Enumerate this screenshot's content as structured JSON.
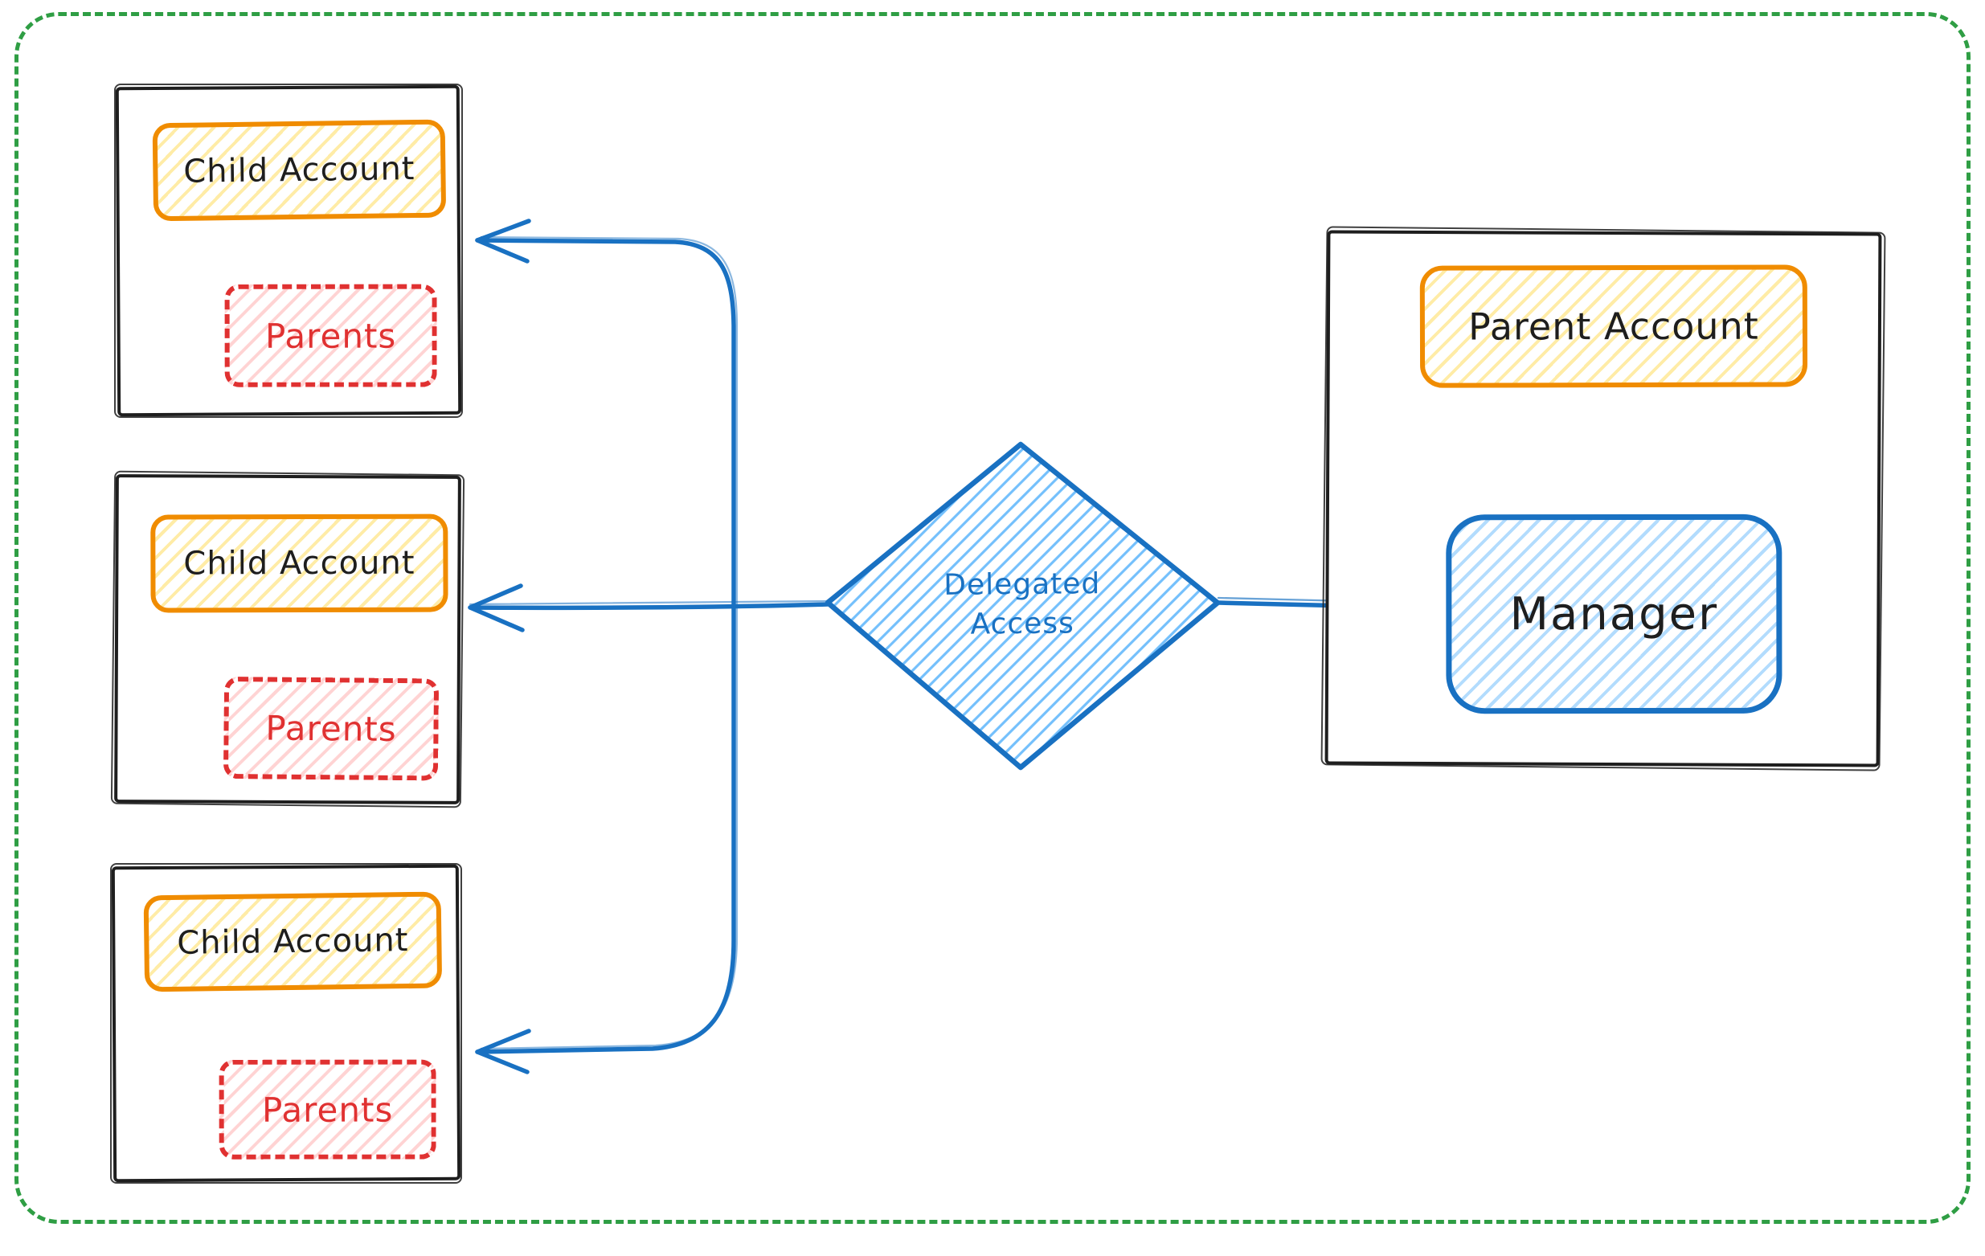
{
  "diagram": {
    "children": [
      {
        "title": "Child Account",
        "tag": "Parents"
      },
      {
        "title": "Child Account",
        "tag": "Parents"
      },
      {
        "title": "Child Account",
        "tag": "Parents"
      }
    ],
    "parent": {
      "title": "Parent Account",
      "manager": "Manager"
    },
    "decision": {
      "line1": "Delegated",
      "line2": "Access"
    }
  },
  "colors": {
    "frame_green": "#2f9e44",
    "ink_black": "#1e1e1e",
    "accent_orange": "#f08c00",
    "hatch_yellow": "#ffd43b",
    "accent_red": "#e03131",
    "hatch_pink": "#ffa8a8",
    "accent_blue": "#1971c2",
    "hatch_blue": "#74c0fc",
    "background": "#ffffff"
  }
}
